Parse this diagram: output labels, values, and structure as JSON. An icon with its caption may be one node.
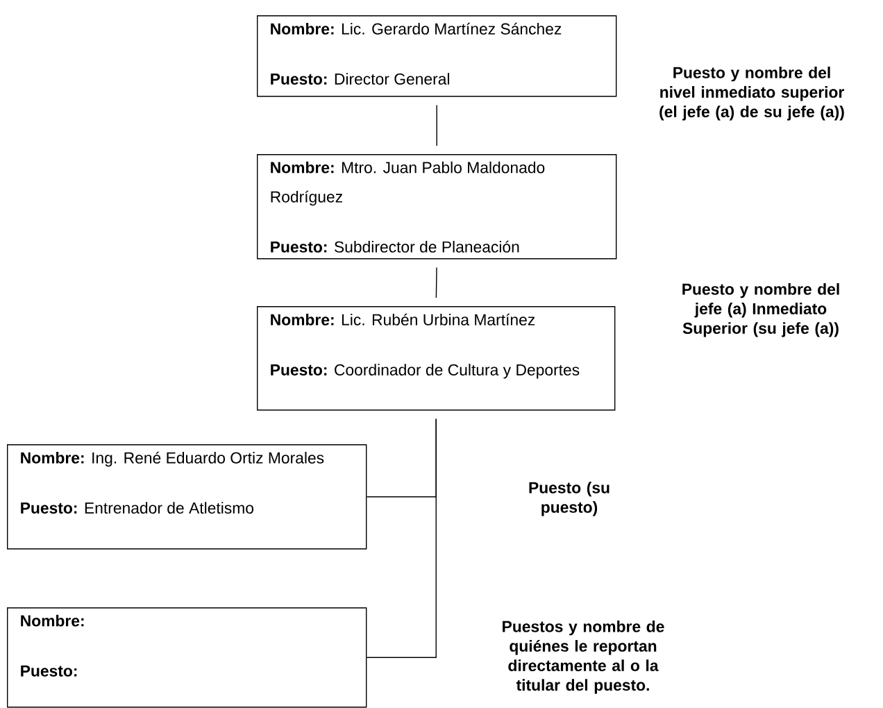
{
  "diagram": {
    "nodes": [
      {
        "text": [
          "**Nombre:** Lic. Gerardo Martínez Sánchez",
          "**Puesto:** Director General"
        ]
      },
      {
        "text": [
          "**Nombre:** Mtro. Juan Pablo Maldonado Rodríguez",
          "**Puesto:** Subdirector de Planeación"
        ]
      },
      {
        "text": [
          "**Nombre:** Lic. Rubén Urbina Martínez",
          "**Puesto:**  Coordinador de Cultura y Deportes"
        ]
      },
      {
        "text": [
          "**Nombre:** Ing. René Eduardo Ortiz Morales",
          "**Puesto:** Entrenador de Atletismo"
        ]
      },
      {
        "text": [
          "Nombre:",
          "Puesto:"
        ]
      }
    ],
    "edges": [
      {
        "from": 0,
        "to": 1,
        "arrow": "none"
      },
      {
        "from": 1,
        "to": 2,
        "arrow": "none"
      },
      {
        "from": 2,
        "to": 3,
        "arrow": "none"
      },
      {
        "from": 2,
        "to": 4,
        "arrow": "none"
      }
    ],
    "labels": [
      "Puesto y nombre del nivel inmediato superior (el jefe (a) de su jefe (a))",
      "Puesto y nombre del jefe (a) Inmediato Superior (su jefe (a))",
      "Puesto (su puesto)",
      "Puestos y nombre de quiénes le reportan directamente al o la titular del puesto."
    ]
  }
}
